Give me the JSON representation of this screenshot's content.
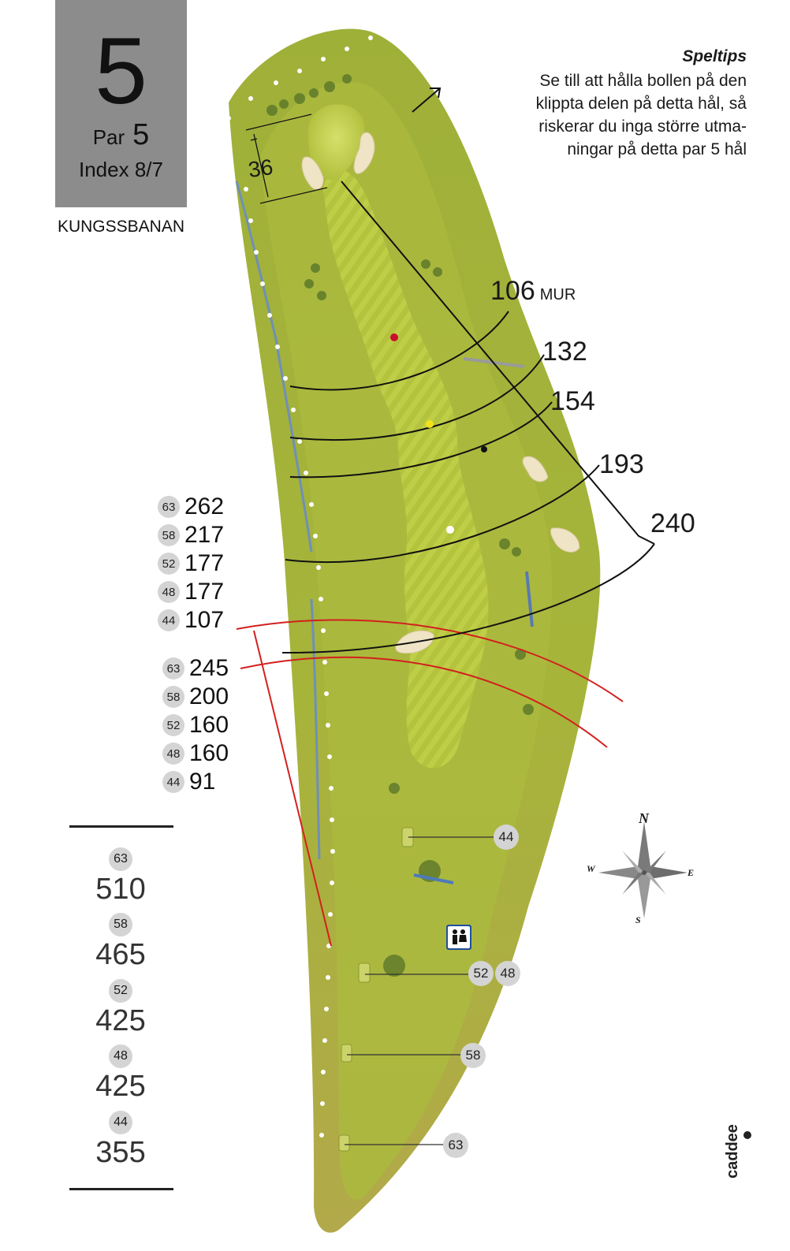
{
  "hole": {
    "number": "5",
    "par_label": "Par",
    "par_value": "5",
    "index": "Index 8/7",
    "course": "KUNGSSBANAN"
  },
  "tip": {
    "title": "Speltips",
    "lines": [
      "Se till att hålla bollen på den",
      "klippta delen på detta hål, så",
      "riskerar du inga större utma-",
      "ningar på detta par 5 hål"
    ]
  },
  "map": {
    "green_depth": "36",
    "arc_distances": [
      "106",
      "132",
      "154",
      "193",
      "240"
    ],
    "arc_note": "MUR",
    "tee_labels": [
      "44",
      "52",
      "48",
      "58",
      "63"
    ]
  },
  "hazard_distances_1": [
    {
      "tee": "63",
      "value": "262"
    },
    {
      "tee": "58",
      "value": "217"
    },
    {
      "tee": "52",
      "value": "177"
    },
    {
      "tee": "48",
      "value": "177"
    },
    {
      "tee": "44",
      "value": "107"
    }
  ],
  "hazard_distances_2": [
    {
      "tee": "63",
      "value": "245"
    },
    {
      "tee": "58",
      "value": "200"
    },
    {
      "tee": "52",
      "value": "160"
    },
    {
      "tee": "48",
      "value": "160"
    },
    {
      "tee": "44",
      "value": "91"
    }
  ],
  "totals": [
    {
      "tee": "63",
      "value": "510"
    },
    {
      "tee": "58",
      "value": "465"
    },
    {
      "tee": "52",
      "value": "425"
    },
    {
      "tee": "48",
      "value": "425"
    },
    {
      "tee": "44",
      "value": "355"
    }
  ],
  "compass": {
    "n": "N",
    "s": "S",
    "e": "E",
    "w": "W"
  },
  "brand": "caddee",
  "colors": {
    "fairway": "#b8c93c",
    "rough": "#a9b23a",
    "hazard_line": "#d2201e",
    "water": "#6f8fb8"
  }
}
